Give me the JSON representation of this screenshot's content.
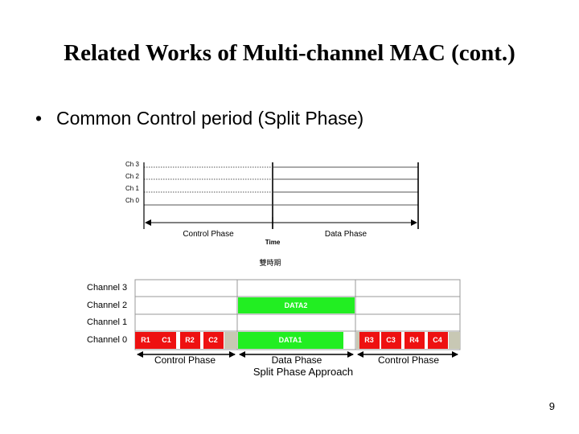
{
  "slide": {
    "title": "Related Works of Multi-channel MAC (cont.)",
    "bullet": "Common Control period (Split Phase)",
    "page_number": "9"
  },
  "top_diagram": {
    "channels": [
      "Ch 3",
      "Ch 2",
      "Ch 1",
      "Ch 0"
    ],
    "phase_labels": [
      "Control Phase",
      "Data Phase"
    ],
    "axis_label": "Time",
    "caption": "雙時期"
  },
  "bottom_diagram": {
    "channels": [
      "Channel 3",
      "Channel 2",
      "Channel 1",
      "Channel 0"
    ],
    "control_phase_1_blocks": [
      "R1",
      "C1",
      "R2",
      "C2"
    ],
    "control_phase_2_blocks": [
      "R3",
      "C3",
      "R4",
      "C4"
    ],
    "data_blocks": [
      "DATA2",
      "DATA1"
    ],
    "phase_labels": [
      "Control Phase",
      "Data Phase",
      "Control Phase"
    ],
    "caption": "Split Phase Approach",
    "colors": {
      "control_block": "#ee1111",
      "data_block": "#22ee22",
      "idle_block": "#c8c8b4"
    }
  }
}
